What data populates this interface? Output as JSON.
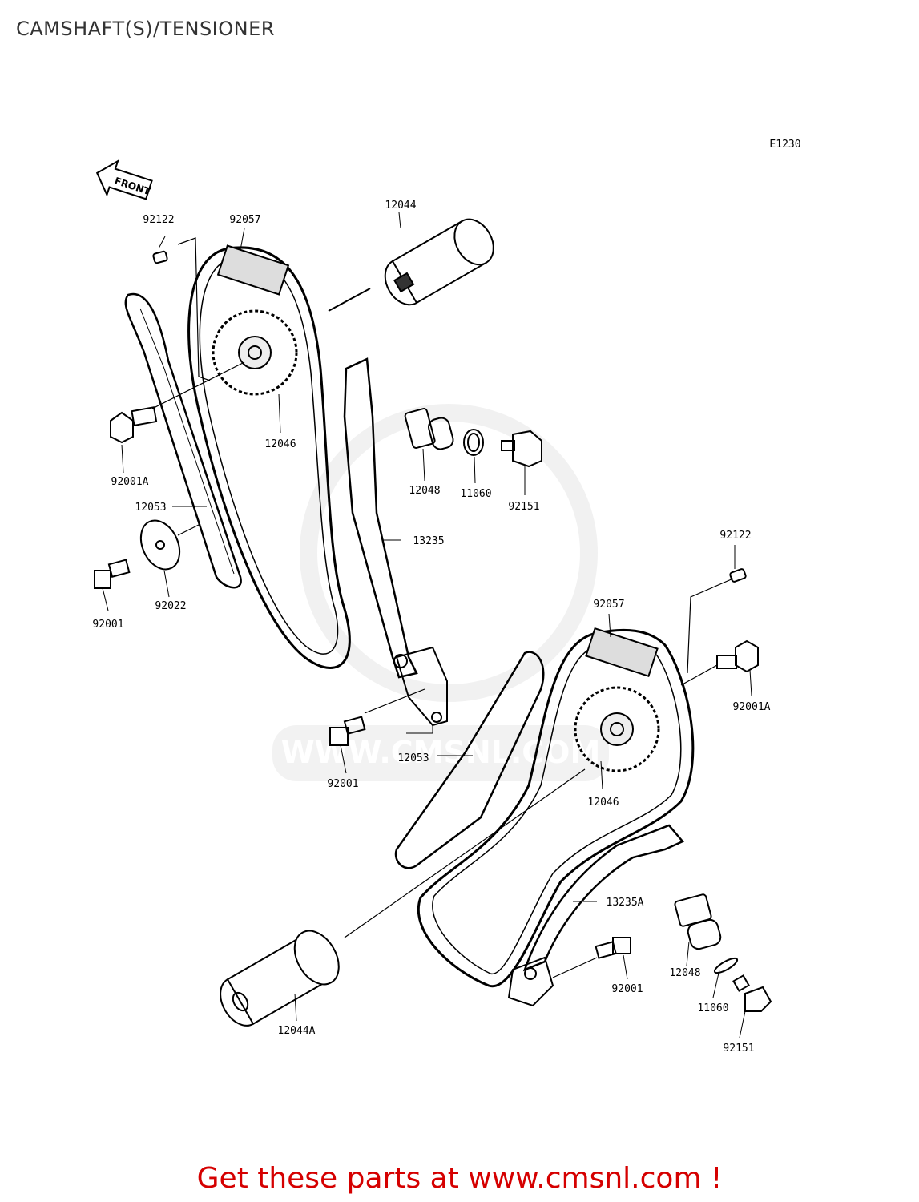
{
  "title": "CAMSHAFT(S)/TENSIONER",
  "diagram_code": "E1230",
  "front_marker": "FRONT",
  "watermark": "WWW.CMSNL.COM",
  "promo": "Get these parts at www.cmsnl.com !",
  "colors": {
    "promo": "#d50000",
    "line": "#000000",
    "watermark": "#e6e6e6"
  },
  "labels": [
    "92122",
    "92057",
    "12044",
    "12046",
    "92001A",
    "12053",
    "92022",
    "92001",
    "12048",
    "11060",
    "92151",
    "13235",
    "92122",
    "92057",
    "92001A",
    "12053",
    "92001",
    "12046",
    "13235A",
    "12048",
    "92001",
    "11060",
    "92151",
    "12044A"
  ]
}
